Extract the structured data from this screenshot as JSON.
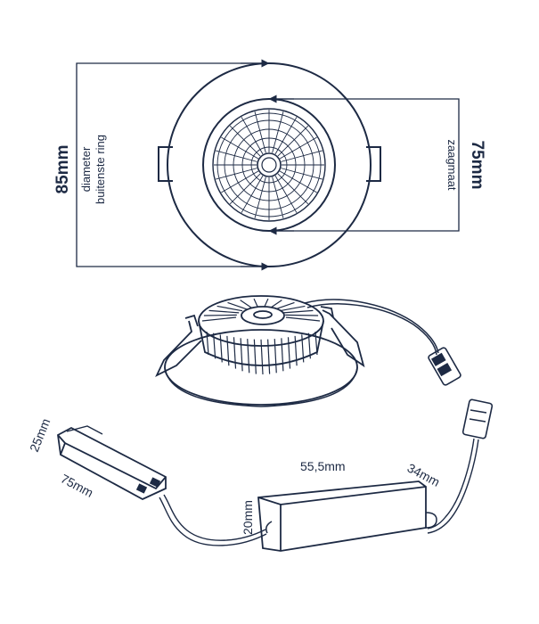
{
  "colors": {
    "stroke": "#1d2a44",
    "background": "#ffffff"
  },
  "top_view": {
    "outer_label": "85mm",
    "outer_caption_line1": "diameter",
    "outer_caption_line2": "buitenste ring",
    "cutout_label": "75mm",
    "cutout_caption": "zaagmaat"
  },
  "driver": {
    "length_label": "55,5mm",
    "height_label": "20mm",
    "depth_label": "34mm"
  },
  "terminal_block": {
    "height_label": "25mm",
    "length_label": "75mm"
  }
}
